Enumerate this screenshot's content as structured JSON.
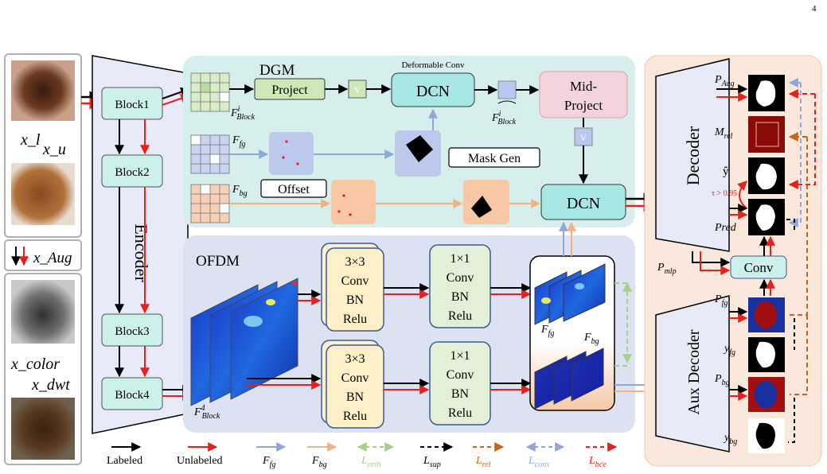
{
  "page_number": "4",
  "images": {
    "x_l": "x_l",
    "x_u": "x_u",
    "x_aug": "x_Aug",
    "x_color": "x_color",
    "x_dwt": "x_dwt"
  },
  "encoder": {
    "title": "Encoder",
    "blocks": [
      "Block1",
      "Block2",
      "Block3",
      "Block4"
    ]
  },
  "dgm": {
    "title": "DGM",
    "deformable_conv_label": "Deformable Conv",
    "project": "Project",
    "dcn_top": "DCN",
    "mid_project_line1": "Mid-",
    "mid_project_line2": "Project",
    "mask_gen": "Mask Gen",
    "offset": "Offset",
    "dcn_bottom": "DCN",
    "v_label": "V",
    "f_block_i": "F",
    "f_block_i_sup": "i",
    "f_block_i_sub": "Block",
    "f_fg": "F",
    "f_fg_sub": "fg",
    "f_bg": "F",
    "f_bg_sub": "bg"
  },
  "ofdm": {
    "title": "OFDM",
    "conv3_line1": "3×3",
    "conv3_line2": "Conv",
    "conv3_line3": "BN",
    "conv3_line4": "Relu",
    "conv1_line1": "1×1",
    "conv1_line2": "Conv",
    "conv1_line3": "BN",
    "conv1_line4": "Relu",
    "f_block_4": "F",
    "f_block_4_sup": "4",
    "f_block_4_sub": "Block"
  },
  "decoder": {
    "title": "Decoder",
    "aux_title": "Aux Decoder",
    "conv": "Conv",
    "p_aug": "P",
    "p_aug_sub": "Aug",
    "m_rel": "M",
    "m_rel_sub": "rel",
    "y_hat": "ŷ",
    "tau": "τ > 0.95",
    "pred": "Pred",
    "p_mlp": "P",
    "p_mlp_sub": "mlp",
    "p_fg": "P",
    "p_fg_sub": "fg",
    "y_fg": "y",
    "y_fg_sub": "fg",
    "p_bg": "P",
    "p_bg_sub": "bg",
    "y_bg": "y",
    "y_bg_sub": "bg"
  },
  "legend": [
    {
      "label": "Labeled",
      "color": "#000000",
      "dashed": false,
      "double": false
    },
    {
      "label": "Unlabeled",
      "color": "#e8201c",
      "dashed": false,
      "double": false
    },
    {
      "label": "F",
      "sub": "fg",
      "color": "#8fa8d8",
      "dashed": false,
      "double": false
    },
    {
      "label": "F",
      "sub": "bg",
      "color": "#f0b484",
      "dashed": false,
      "double": false
    },
    {
      "label": "L",
      "sub": "orth",
      "color": "#a4d08c",
      "dashed": true,
      "double": true
    },
    {
      "label": "L",
      "sub": "sup",
      "color": "#000000",
      "dashed": true,
      "double": false
    },
    {
      "label": "L",
      "sub": "rel",
      "color": "#c8661c",
      "dashed": true,
      "double": false
    },
    {
      "label": "L",
      "sub": "cons",
      "color": "#8fa8d8",
      "dashed": true,
      "double": true
    },
    {
      "label": "L",
      "sub": "bce",
      "color": "#e8201c",
      "dashed": true,
      "double": false
    }
  ],
  "colors": {
    "dgm_bg": "#d6efec",
    "ofdm_bg": "#dde2f3",
    "decoder_bg": "#fbe8dc",
    "block_fill": "#ccf0ea",
    "conv3_fill": "#fdf0c8",
    "conv1_fill": "#e2f0d8",
    "red": "#e8201c"
  }
}
